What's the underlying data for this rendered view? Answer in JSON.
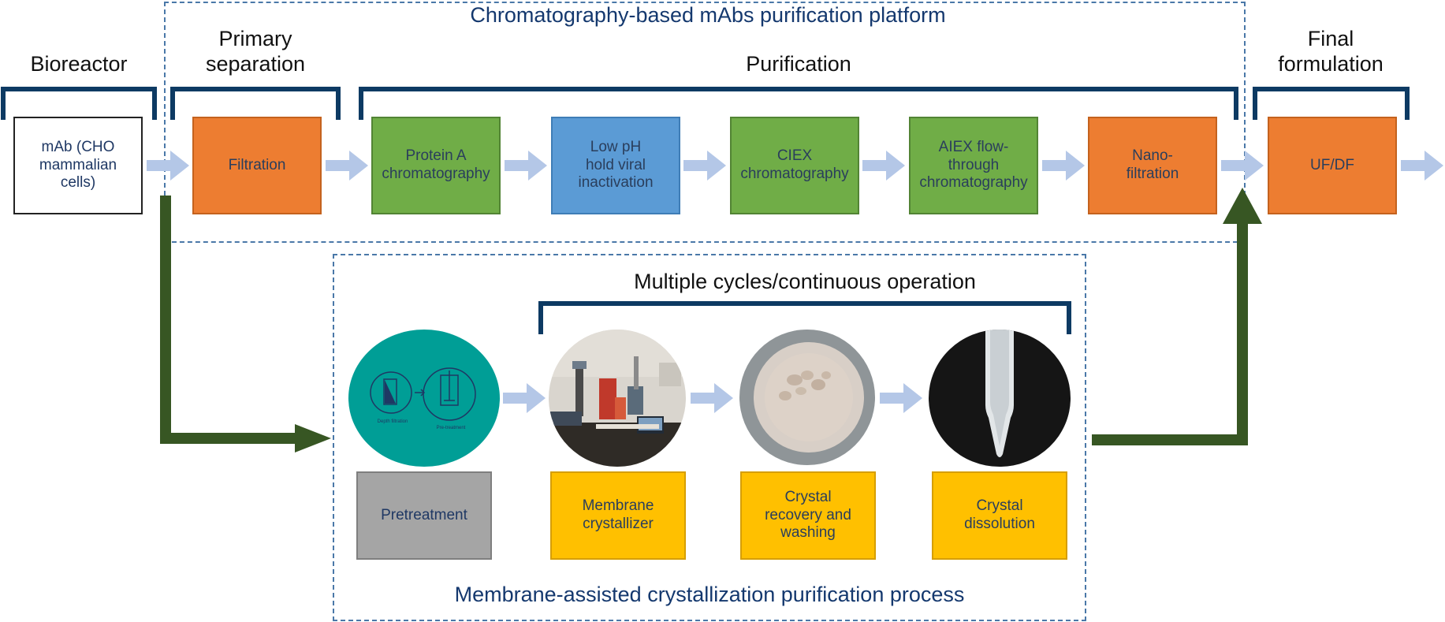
{
  "platform_title": "Chromatography-based mAbs purification platform",
  "process_title": "Membrane-assisted crystallization purification process",
  "stages": {
    "bioreactor": "Bioreactor",
    "primary_separation": "Primary\nseparation",
    "purification": "Purification",
    "final_formulation": "Final\nformulation",
    "multiple_cycles": "Multiple cycles/continuous operation"
  },
  "top_boxes": {
    "mab": "mAb (CHO\nmammalian\ncells)",
    "filtration": "Filtration",
    "protein_a": "Protein A\nchromatography",
    "low_ph": "Low pH\nhold viral\ninactivation",
    "ciex": "CIEX\nchromatography",
    "aiex": "AIEX flow-\nthrough\nchromatography",
    "nanofiltration": "Nano-\nfiltration",
    "ufdf": "UF/DF"
  },
  "bottom_boxes": {
    "pretreatment": "Pretreatment",
    "membrane_crystallizer": "Membrane\ncrystallizer",
    "crystal_recovery": "Crystal\nrecovery and\nwashing",
    "crystal_dissolution": "Crystal\ndissolution"
  },
  "pretreatment_icon_labels": {
    "left": "Depth filtration",
    "right": "Pre-treatment"
  },
  "colors": {
    "orange": "#ed7d31",
    "green": "#70ad47",
    "blue": "#5b9bd5",
    "gray": "#a5a5a5",
    "yellow": "#ffc000",
    "teal": "#009e96",
    "bracket": "#0d3a63",
    "flow_arrow": "#b4c7e7",
    "diversion_arrow": "#375623",
    "dashed_border": "#4a78a8"
  }
}
